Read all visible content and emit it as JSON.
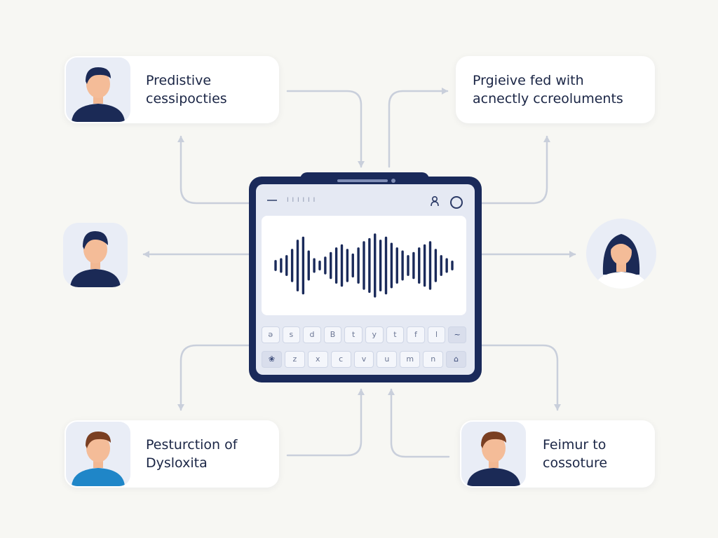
{
  "diagram": {
    "top_left_label": "Predistive\ncessipocties",
    "top_right_label": "Prgieive fed  with\nacnectly ccreoluments",
    "bottom_left_label": "Pesturction of\nDysloxita",
    "bottom_right_label": "Feimur to\ncossoture"
  },
  "device": {
    "status_text": "I  I  I  I  I  I",
    "keyboard_row1": [
      "ə",
      "s",
      "d",
      "B",
      "t",
      "y",
      "t",
      "f",
      "l",
      "~"
    ],
    "keyboard_row2": [
      "❀",
      "z",
      "x",
      "c",
      "v",
      "u",
      "m",
      "n",
      "⌂"
    ]
  },
  "waveform": {
    "levels": [
      0.14,
      0.2,
      0.3,
      0.5,
      0.8,
      0.9,
      0.45,
      0.2,
      0.12,
      0.25,
      0.4,
      0.55,
      0.65,
      0.5,
      0.35,
      0.55,
      0.75,
      0.85,
      1.0,
      0.8,
      0.9,
      0.7,
      0.55,
      0.45,
      0.3,
      0.4,
      0.55,
      0.65,
      0.75,
      0.5,
      0.3,
      0.2,
      0.12
    ]
  },
  "colors": {
    "accent": "#1a2a5a",
    "connector": "#c9cfdb",
    "background": "#f7f7f3"
  },
  "icons": [
    "menu-icon",
    "person-icon",
    "circle-icon"
  ]
}
